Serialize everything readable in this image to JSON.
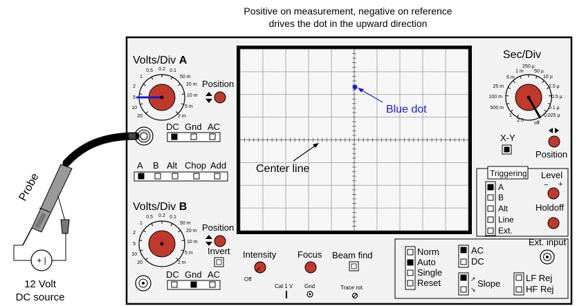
{
  "caption": {
    "line1": "Positive on measurement, negative on reference",
    "line2": "drives the dot in the upward direction"
  },
  "volts_a": {
    "title_prefix": "Volts/Div ",
    "title_channel": "A",
    "scale": [
      "0.5",
      "0.2",
      "0.1",
      "1",
      "50 m",
      "2",
      "20 m",
      "5",
      "10 m",
      "10",
      "5 m",
      "20",
      "2 m"
    ],
    "position_label": "Position"
  },
  "coupling_a": {
    "dc": "DC",
    "gnd": "Gnd",
    "ac": "AC"
  },
  "mode": {
    "a": "A",
    "b": "B",
    "alt": "Alt",
    "chop": "Chop",
    "add": "Add"
  },
  "volts_b": {
    "title_prefix": "Volts/Div ",
    "title_channel": "B",
    "scale": [
      "0.5",
      "0.2",
      "0.1",
      "1",
      "50 m",
      "2",
      "20 m",
      "5",
      "10 m",
      "10",
      "5 m",
      "20",
      "2 m"
    ],
    "position_label": "Position",
    "invert_label": "Invert"
  },
  "coupling_b": {
    "dc": "DC",
    "gnd": "Gnd",
    "ac": "AC"
  },
  "screen": {
    "blue_dot_label": "Blue dot",
    "center_line_label": "Center line"
  },
  "secdiv": {
    "title": "Sec/Div",
    "scale": [
      "250 µ",
      "1 m",
      "50 µ",
      "5 m",
      "10 µ",
      "25 m",
      "2.5 µ",
      "100 m",
      "0.5 µ",
      "500 m",
      "0.1 µ",
      "1",
      "0.025 µ",
      "2.5",
      "off"
    ],
    "xy_label": "X-Y",
    "position_label": "Position"
  },
  "triggering": {
    "title": "Triggering",
    "sources": [
      "A",
      "B",
      "Alt",
      "Line",
      "Ext."
    ],
    "level_label": "Level",
    "minus": "−",
    "plus": "+",
    "holdoff_label": "Holdoff",
    "ext_input_label": "Ext. input"
  },
  "controls": {
    "intensity": "Intensity",
    "off": "Off",
    "focus": "Focus",
    "beam_find": "Beam find",
    "cal": "Cal 1 V",
    "gnd": "Gnd",
    "trace_rot": "Trace rot."
  },
  "sweep_mode": [
    "Norm",
    "Auto",
    "Single",
    "Reset"
  ],
  "coupling_trig": {
    "ac": "AC",
    "dc": "DC"
  },
  "slope": {
    "label": "Slope",
    "rise": "↗",
    "fall": "↘"
  },
  "filters": {
    "lf": "LF Rej",
    "hf": "HF Rej"
  },
  "probe": {
    "label": "Probe"
  },
  "source": {
    "line1": "12 Volt",
    "line2": "DC source",
    "symbol": "+ |"
  },
  "colors": {
    "knob": "#c0392b",
    "blue": "#1a1adb",
    "panel": "#f2f2f2",
    "screen": "#f6f6f6"
  }
}
